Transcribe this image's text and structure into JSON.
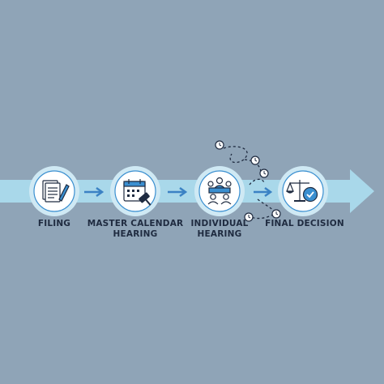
{
  "colors": {
    "background": "#8fa4b7",
    "band": "#a9d8ea",
    "node_ring": "#cfe9f4",
    "node_fill": "#ffffff",
    "icon_dark": "#1f2b40",
    "icon_blue": "#3a8fd0",
    "connector": "#3b82c4",
    "label": "#1f2b40"
  },
  "steps": [
    {
      "label": "FILING",
      "icon": "document-pen-icon"
    },
    {
      "label": "MASTER CALENDAR\nHEARING",
      "icon": "calendar-gavel-icon"
    },
    {
      "label": "INDIVIDUAL\nHEARING",
      "icon": "courtroom-icon"
    },
    {
      "label": "FINAL DECISION",
      "icon": "scales-check-icon"
    }
  ]
}
